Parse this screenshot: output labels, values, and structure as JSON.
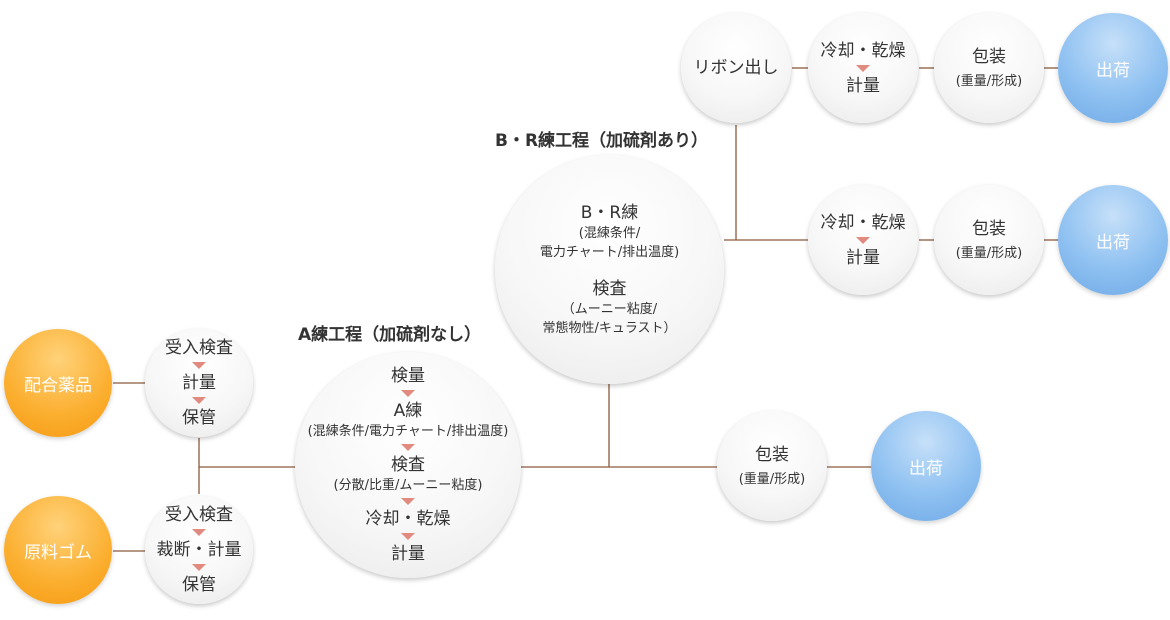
{
  "colors": {
    "line": "#8b5a3c",
    "arrow": "#e08a80",
    "source": "#f9a825",
    "ship": "#7fb6ec"
  },
  "sources": {
    "chemicals": "配合薬品",
    "rubber": "原料ゴム"
  },
  "receiving_chemicals": [
    "受入検査",
    "計量",
    "保管"
  ],
  "receiving_rubber": [
    "受入検査",
    "裁断・計量",
    "保管"
  ],
  "process_a": {
    "title": "A練工程（加硫剤なし）",
    "step1": "検量",
    "step2": "A練",
    "step2_note": "(混練条件/電力チャート/排出温度)",
    "step3": "検査",
    "step3_note": "(分散/比重/ムーニー粘度)",
    "step4": "冷却・乾燥",
    "step5": "計量"
  },
  "process_br": {
    "title": "B・R練工程（加硫剤あり）",
    "step1": "B・R練",
    "step1_note_1": "(混練条件/",
    "step1_note_2": "電力チャート/排出温度)",
    "step2": "検査",
    "step2_note_1": "（ムーニー粘度/",
    "step2_note_2": "常態物性/キュラスト）"
  },
  "ribbon": "リボン出し",
  "cooling": {
    "title": "冷却・乾燥",
    "next": "計量"
  },
  "packing": {
    "title": "包装",
    "note": "(重量/形成)"
  },
  "shipping": "出荷"
}
